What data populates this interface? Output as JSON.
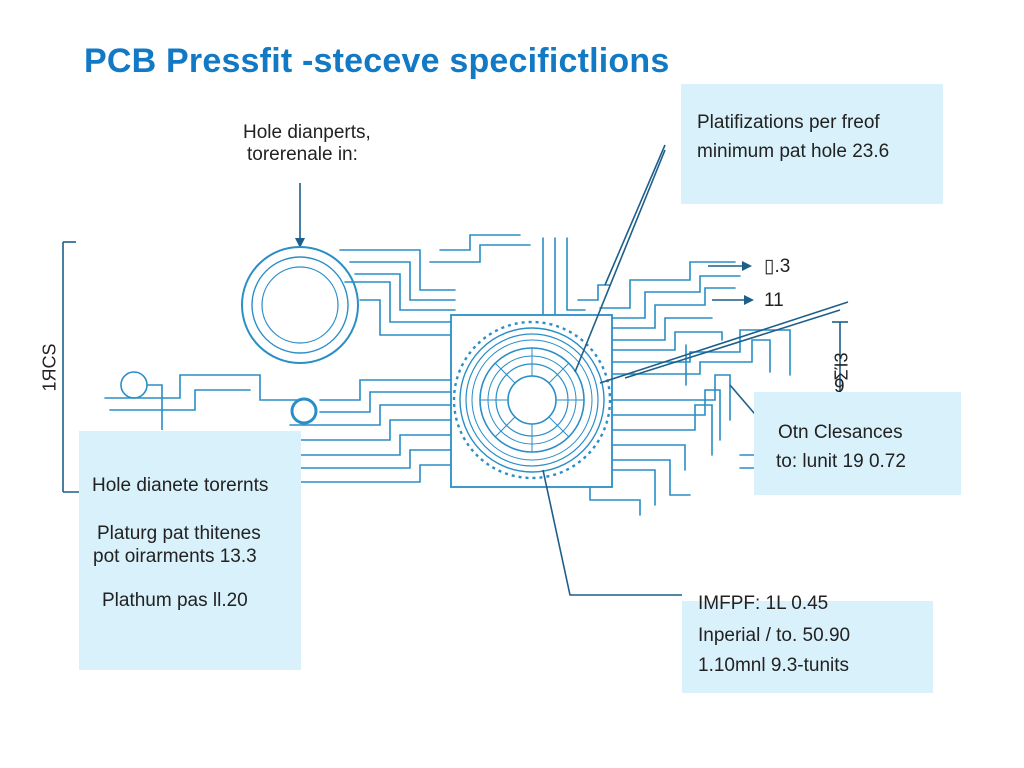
{
  "title": "PCB Pressfit -steceve  specifictlions",
  "colors": {
    "title": "#1279c4",
    "trace": "#2a8ec7",
    "leader": "#1d5f8a",
    "panel": "#d9f1fb"
  },
  "callouts": {
    "top_left": [
      "Hole dianperts,",
      "torerenale in:"
    ],
    "top_right_box": [
      "Platifizations per freof",
      "minimum pat hole 23.6"
    ],
    "left_box": [
      "Hole dianete torernts",
      "Platurg pat thitenes",
      "pot oirarments  13.3",
      "Plathum pas ll.20"
    ],
    "right_box": [
      "Otn Clesances",
      "to: lunit 19 0.72"
    ],
    "bottom_right_box": [
      "IMFPF: 1L 0.45",
      "Inperial / to. 50.90",
      "1.10mnl 9.3-tunits"
    ]
  },
  "dimensions": {
    "left_vertical": "1ЯCS",
    "marker_1": "▯.3",
    "marker_2": "11",
    "right_vertical": "ΣΊ3",
    "right_value": "9"
  }
}
